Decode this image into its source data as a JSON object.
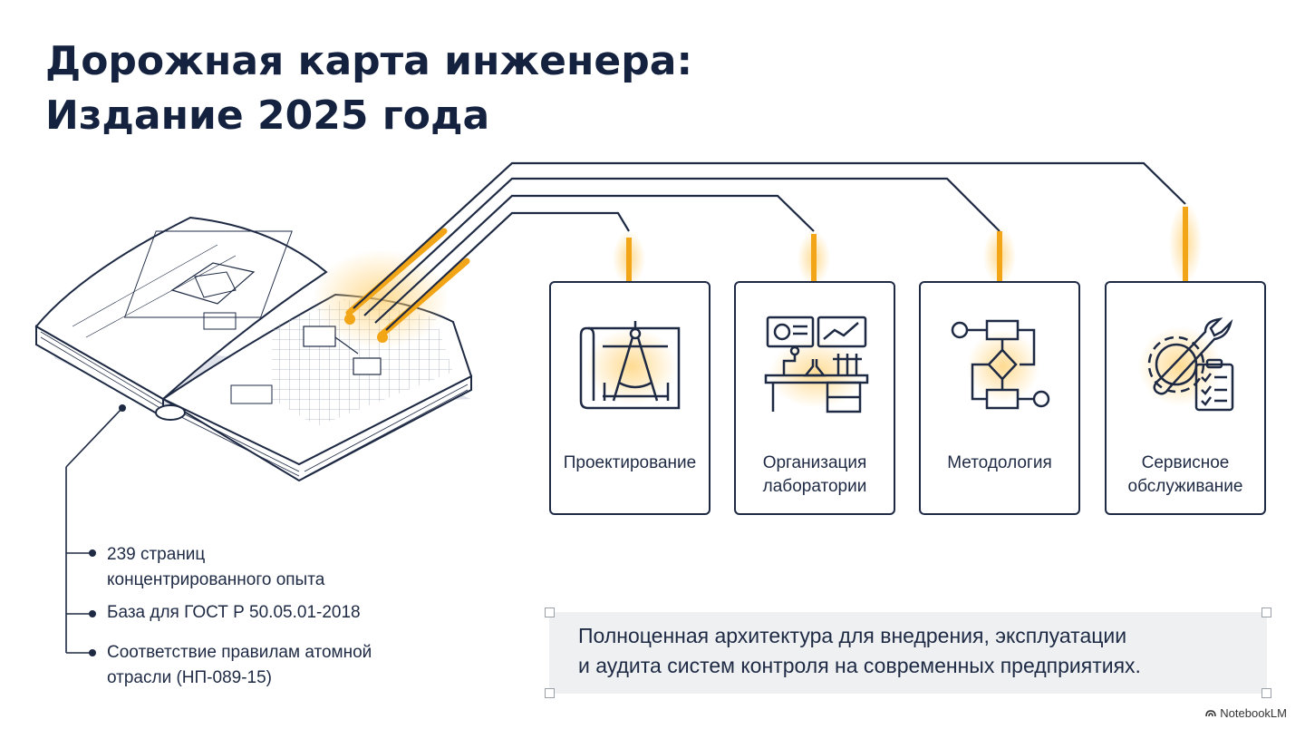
{
  "title": {
    "line1": "Дорожная карта инженера:",
    "line2": "Издание 2025 года"
  },
  "cards": [
    {
      "label": "Проектирование",
      "icon": "drafting-compass-icon"
    },
    {
      "label_line1": "Организация",
      "label_line2": "лаборатории",
      "icon": "laboratory-icon"
    },
    {
      "label": "Методология",
      "icon": "flowchart-icon"
    },
    {
      "label_line1": "Сервисное",
      "label_line2": "обслуживание",
      "icon": "gear-wrench-checklist-icon"
    }
  ],
  "bullets": [
    {
      "line1": "239 страниц",
      "line2": "концентрированного опыта"
    },
    {
      "line1": "База для ГОСТ Р 50.05.01-2018"
    },
    {
      "line1": "Соответствие правилам атомной",
      "line2": "отрасли (НП-089-15)"
    }
  ],
  "callout": {
    "line1": "Полноценная архитектура для внедрения, эксплуатации",
    "line2": "и аудита систем контроля на современных предприятиях."
  },
  "brand": "NotebookLM",
  "colors": {
    "ink": "#1e2a44",
    "accent": "#f2a516",
    "glow": "#ffd27a",
    "callout_bg": "#eef0f2"
  }
}
